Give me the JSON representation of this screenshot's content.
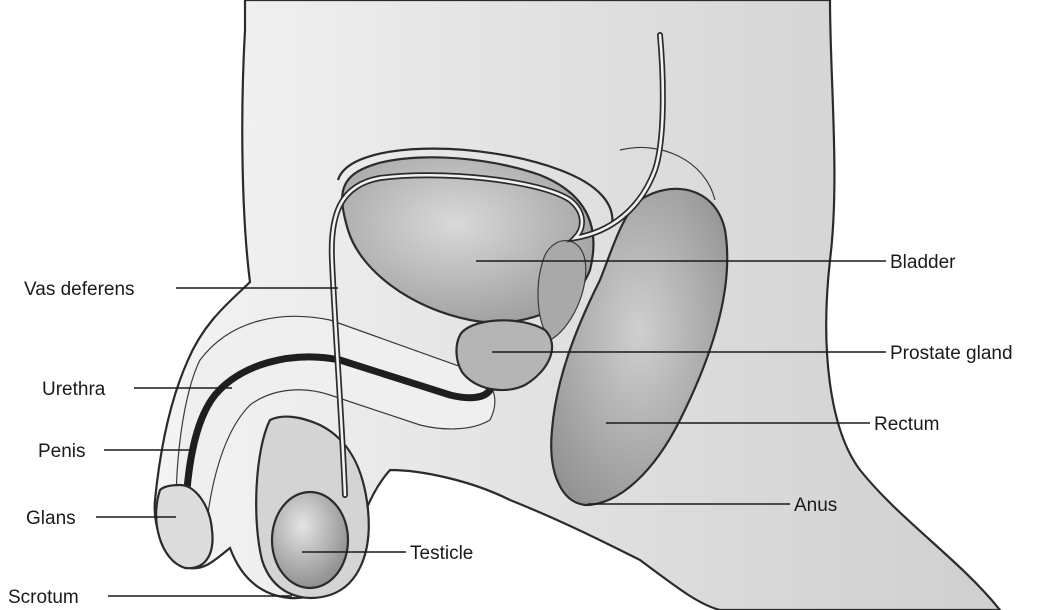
{
  "labels": {
    "vas_deferens": "Vas deferens",
    "urethra": "Urethra",
    "penis": "Penis",
    "glans": "Glans",
    "scrotum": "Scrotum",
    "bladder": "Bladder",
    "prostate_gland": "Prostate gland",
    "rectum": "Rectum",
    "anus": "Anus",
    "testicle": "Testicle"
  },
  "colors": {
    "skin": "#e6e6e6",
    "organ": "#bdbdbd",
    "dark_tube": "#1e1e1e",
    "line": "#1a1a1a"
  }
}
